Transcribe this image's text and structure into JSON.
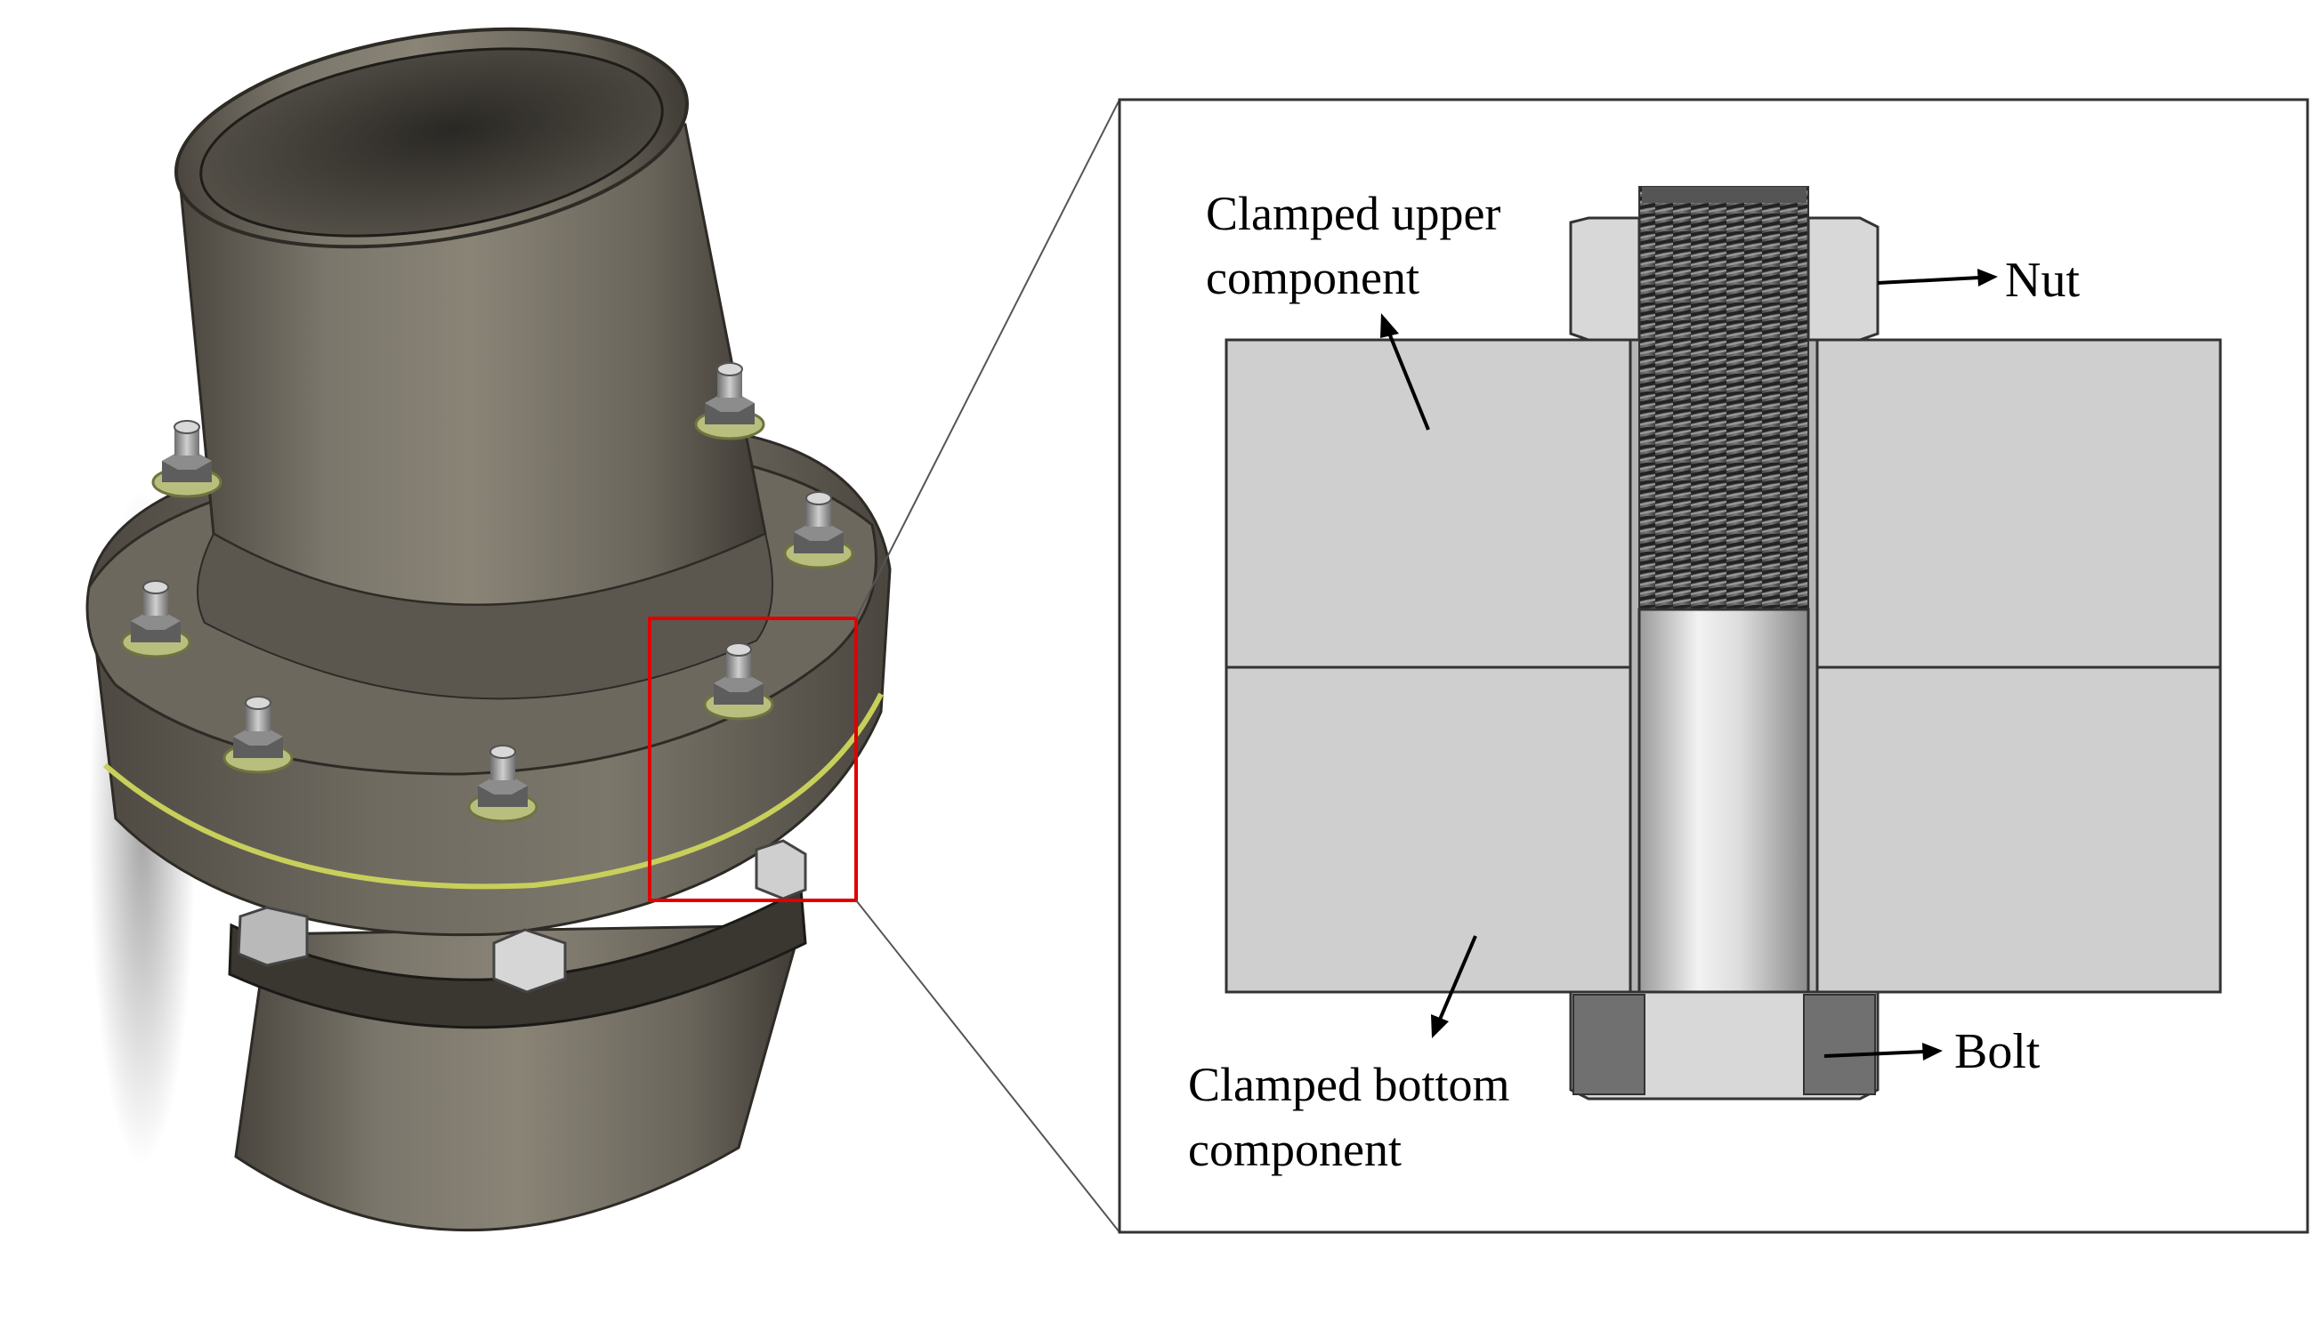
{
  "labels": {
    "upper_line1": "Clamped upper",
    "upper_line2": "component",
    "bottom_line1": "Clamped bottom",
    "bottom_line2": "component",
    "nut": "Nut",
    "bolt": "Bolt"
  },
  "colors": {
    "pipe_metal": "#6a655c",
    "pipe_dark": "#3a3731",
    "clamped_plate": "#cfcfcf",
    "nut_fill": "#d8d8d8",
    "bolt_head_dark": "#707070",
    "callout_box": "#e00000",
    "weld_line": "#c8cf5a",
    "washer": "#b8bf7e"
  },
  "icons": {
    "pipe": "flanged-pipe-joint-illustration",
    "bolt": "hex-bolt-icon",
    "nut": "hex-nut-icon"
  }
}
